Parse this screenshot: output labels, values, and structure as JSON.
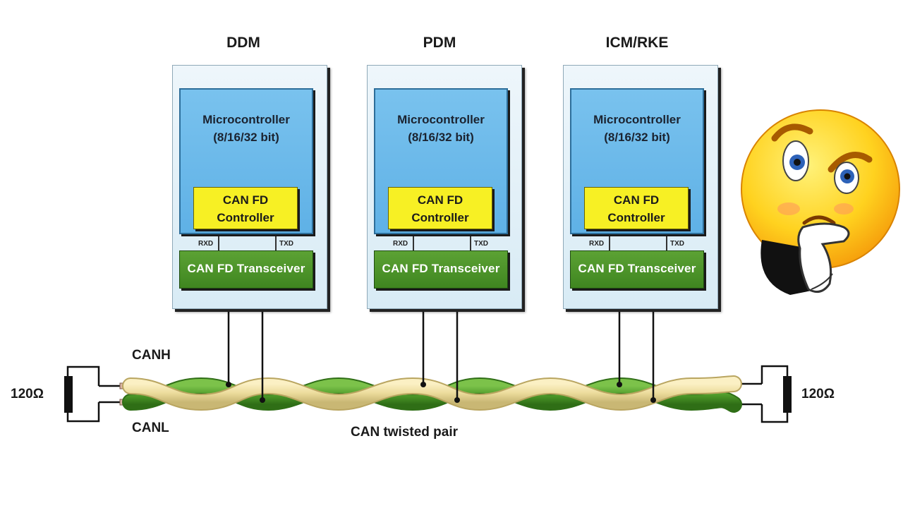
{
  "nodes": [
    {
      "title": "DDM",
      "mcu_line1": "Microcontroller",
      "mcu_line2": "(8/16/32 bit)",
      "ctrl_line1": "CAN FD",
      "ctrl_line2": "Controller",
      "rxd": "RXD",
      "txd": "TXD",
      "transceiver": "CAN FD Transceiver"
    },
    {
      "title": "PDM",
      "mcu_line1": "Microcontroller",
      "mcu_line2": "(8/16/32 bit)",
      "ctrl_line1": "CAN FD",
      "ctrl_line2": "Controller",
      "rxd": "RXD",
      "txd": "TXD",
      "transceiver": "CAN FD Transceiver"
    },
    {
      "title": "ICM/RKE",
      "mcu_line1": "Microcontroller",
      "mcu_line2": "(8/16/32 bit)",
      "ctrl_line1": "CAN FD",
      "ctrl_line2": "Controller",
      "rxd": "RXD",
      "txd": "TXD",
      "transceiver": "CAN FD Transceiver"
    }
  ],
  "bus": {
    "canh_label": "CANH",
    "canl_label": "CANL",
    "pair_label": "CAN twisted pair",
    "left_resistor": "120Ω",
    "right_resistor": "120Ω"
  },
  "colors": {
    "wire_green": "#4e9a2a",
    "wire_cream": "#ecdc9c",
    "mcu_blue": "#6cb9ea",
    "controller_yellow": "#f7f024",
    "transceiver_green": "#4a9428",
    "emoji_yellow": "#ffd21f"
  },
  "icons": {
    "thinking_face": "thinking-face-emoji-icon"
  }
}
